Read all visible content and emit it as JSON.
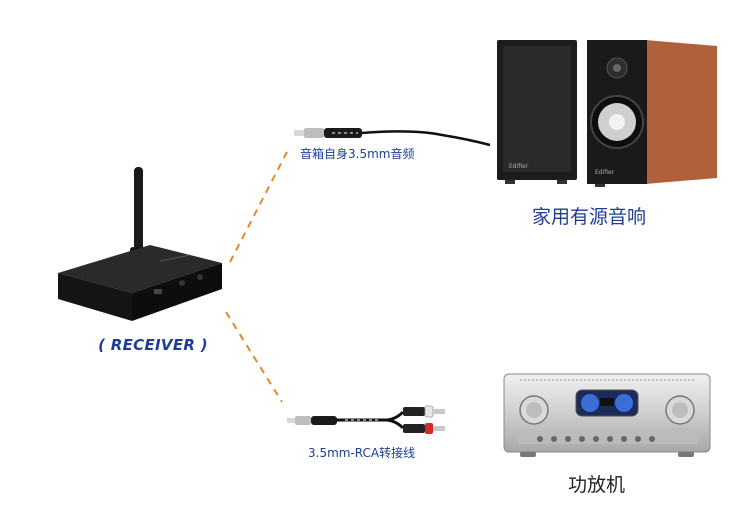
{
  "receiver": {
    "label": "( RECEIVER )"
  },
  "cable_top": {
    "label": "音箱自身3.5mm音频"
  },
  "speakers": {
    "label": "家用有源音响"
  },
  "cable_bottom": {
    "label": "3.5mm-RCA转接线"
  },
  "amplifier": {
    "label": "功放机"
  },
  "colors": {
    "dash_line": "#e08a2a",
    "label_blue": "#1f3d96",
    "speaker_wood": "#b0603a"
  }
}
